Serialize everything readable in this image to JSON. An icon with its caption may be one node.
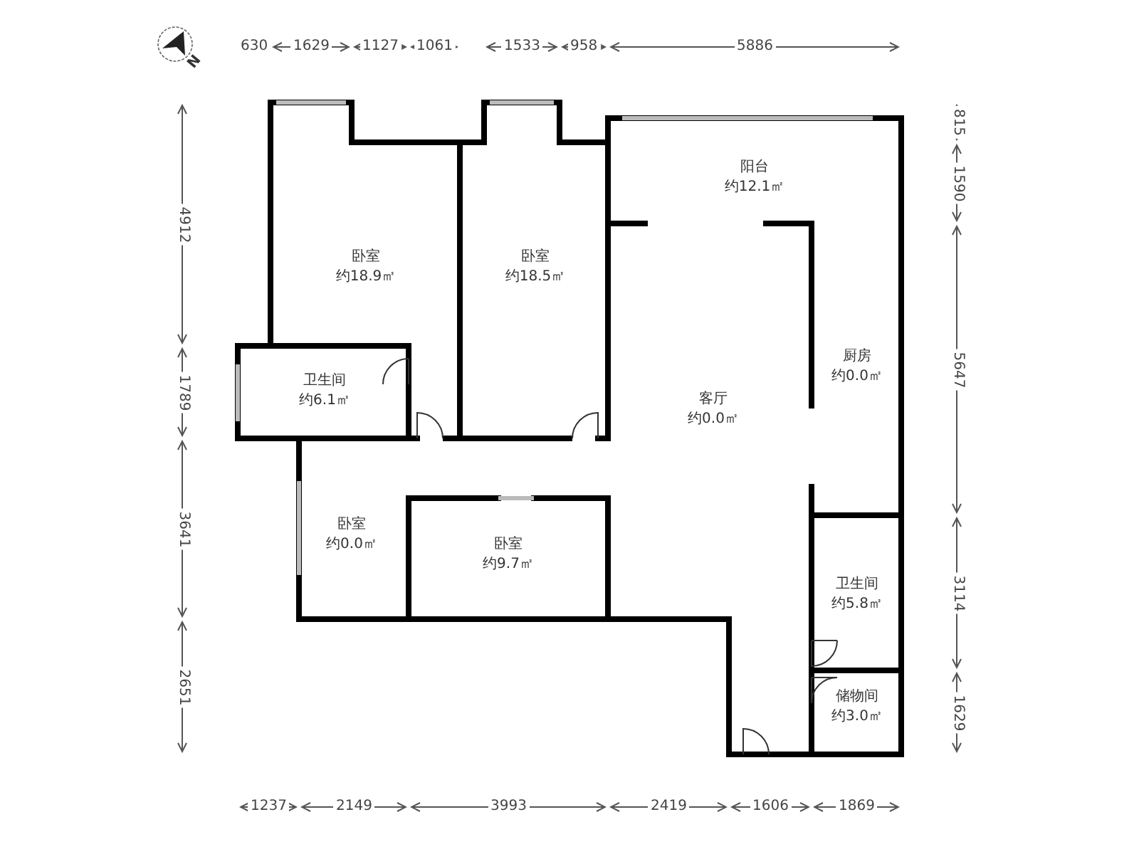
{
  "diagram": {
    "nodes": [
      {
        "text": [
          "阳台",
          "约12.1㎡"
        ]
      },
      {
        "text": [
          "卧室",
          "约18.9㎡"
        ]
      },
      {
        "text": [
          "卧室",
          "约18.5㎡"
        ]
      },
      {
        "text": [
          "卫生间",
          "约6.1㎡"
        ]
      },
      {
        "text": [
          "厨房",
          "约0.0㎡"
        ]
      },
      {
        "text": [
          "客厅",
          "约0.0㎡"
        ]
      },
      {
        "text": [
          "卧室",
          "约0.0㎡"
        ]
      },
      {
        "text": [
          "卧室",
          "约9.7㎡"
        ]
      },
      {
        "text": [
          "卫生间",
          "约5.8㎡"
        ]
      },
      {
        "text": [
          "储物间",
          "约3.0㎡"
        ]
      }
    ],
    "edges": [],
    "labels": [
      "N",
      "630",
      "1629",
      "1127",
      "1061",
      "1533",
      "958",
      "5886",
      "4912",
      "1789",
      "3641",
      "2651",
      "815",
      "1590",
      "5647",
      "3114",
      "1629",
      "1237",
      "2149",
      "3993",
      "2419",
      "1606",
      "1869"
    ]
  }
}
